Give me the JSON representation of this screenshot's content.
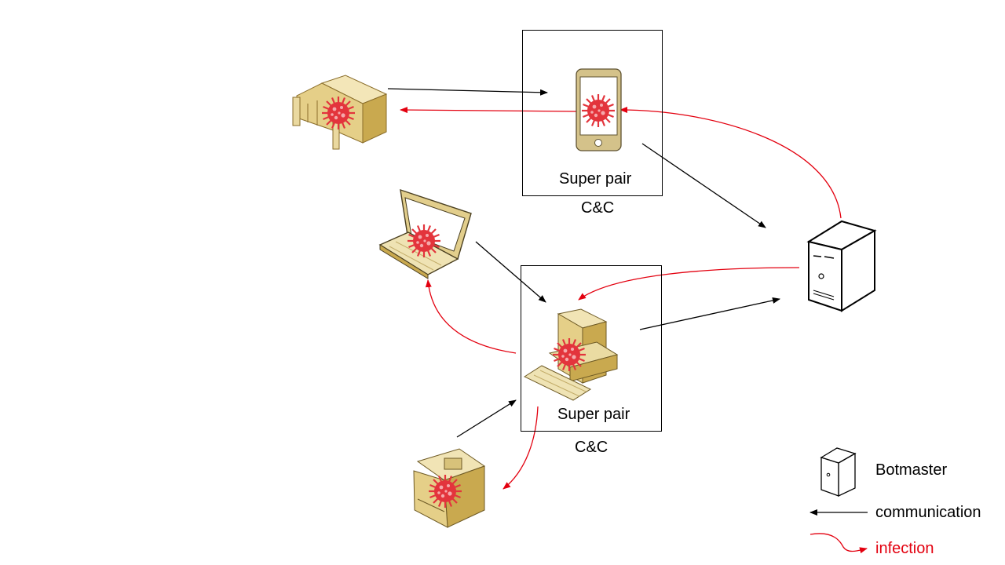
{
  "nodes": {
    "top_cc": {
      "caption": "Super pair",
      "label": "C&C"
    },
    "bottom_cc": {
      "caption": "Super pair",
      "label": "C&C"
    }
  },
  "legend": {
    "botmaster": "Botmaster",
    "communication": "communication",
    "infection": "infection"
  },
  "colors": {
    "communication": "#000000",
    "infection": "#e3000f",
    "device_fill": "#e7d49a",
    "device_dark": "#b8984a",
    "virus": "#e3343c"
  },
  "icons": [
    "server-rack-icon",
    "smartphone-icon",
    "laptop-icon",
    "desktop-computer-icon",
    "printer-icon",
    "botmaster-server-icon",
    "virus-icon"
  ]
}
